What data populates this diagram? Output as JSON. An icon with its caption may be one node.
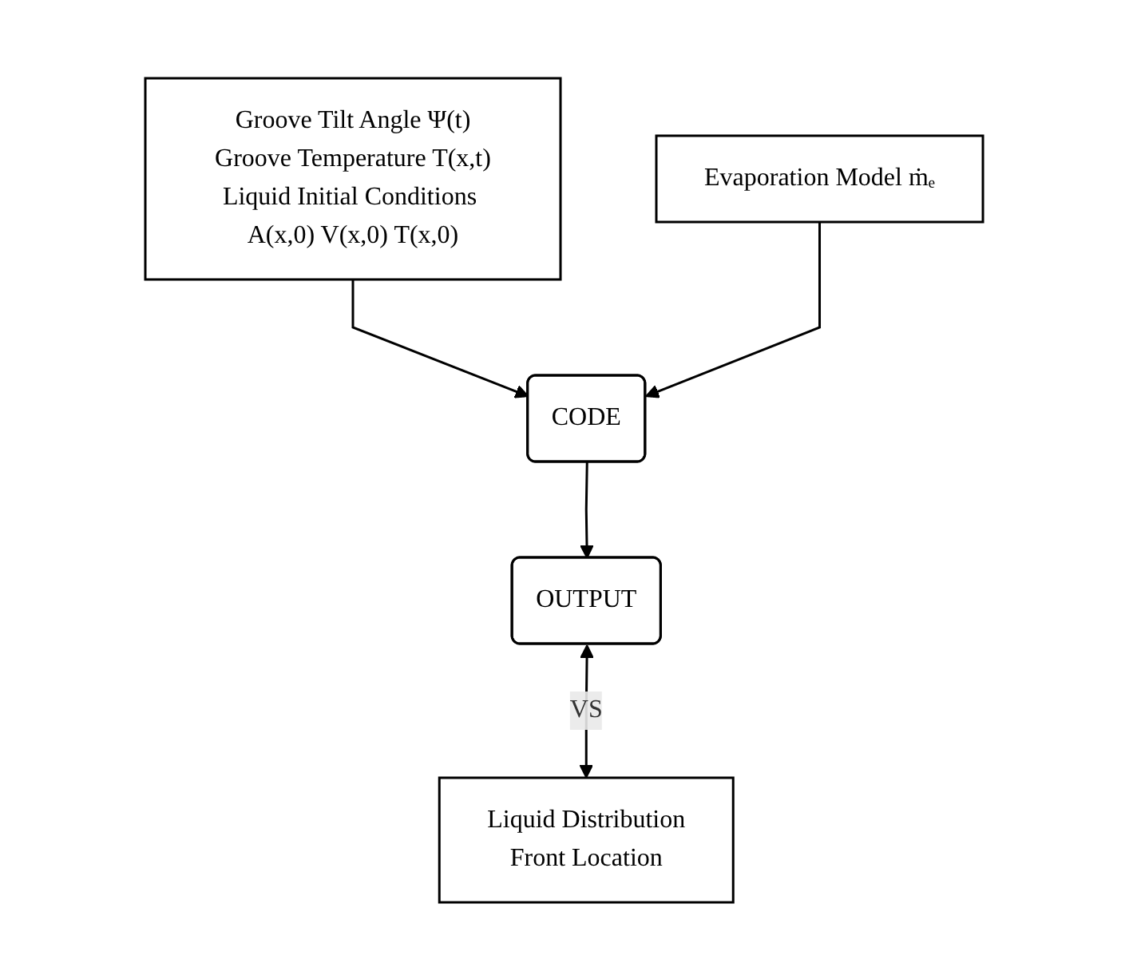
{
  "diagram": {
    "nodes": [
      {
        "text": [
          "Groove Tilt Angle Ψ(t)",
          "Groove Temperature T(x,t)",
          "Liquid Initial Conditions A(x,0) V(x,0) T(x,0)"
        ]
      },
      {
        "text": [
          "Evaporation Model ṁₑ"
        ]
      },
      {
        "text": [
          "CODE"
        ]
      },
      {
        "text": [
          "OUTPUT"
        ]
      },
      {
        "text": [
          "Liquid Distribution",
          "Front Location"
        ]
      }
    ],
    "edges": [
      {
        "from": 0,
        "to": 2,
        "arrow": "to"
      },
      {
        "from": 1,
        "to": 2,
        "arrow": "to"
      },
      {
        "from": 2,
        "to": 3,
        "arrow": "to"
      },
      {
        "from": 3,
        "to": 4,
        "arrow": "both",
        "label": "VS"
      }
    ]
  }
}
